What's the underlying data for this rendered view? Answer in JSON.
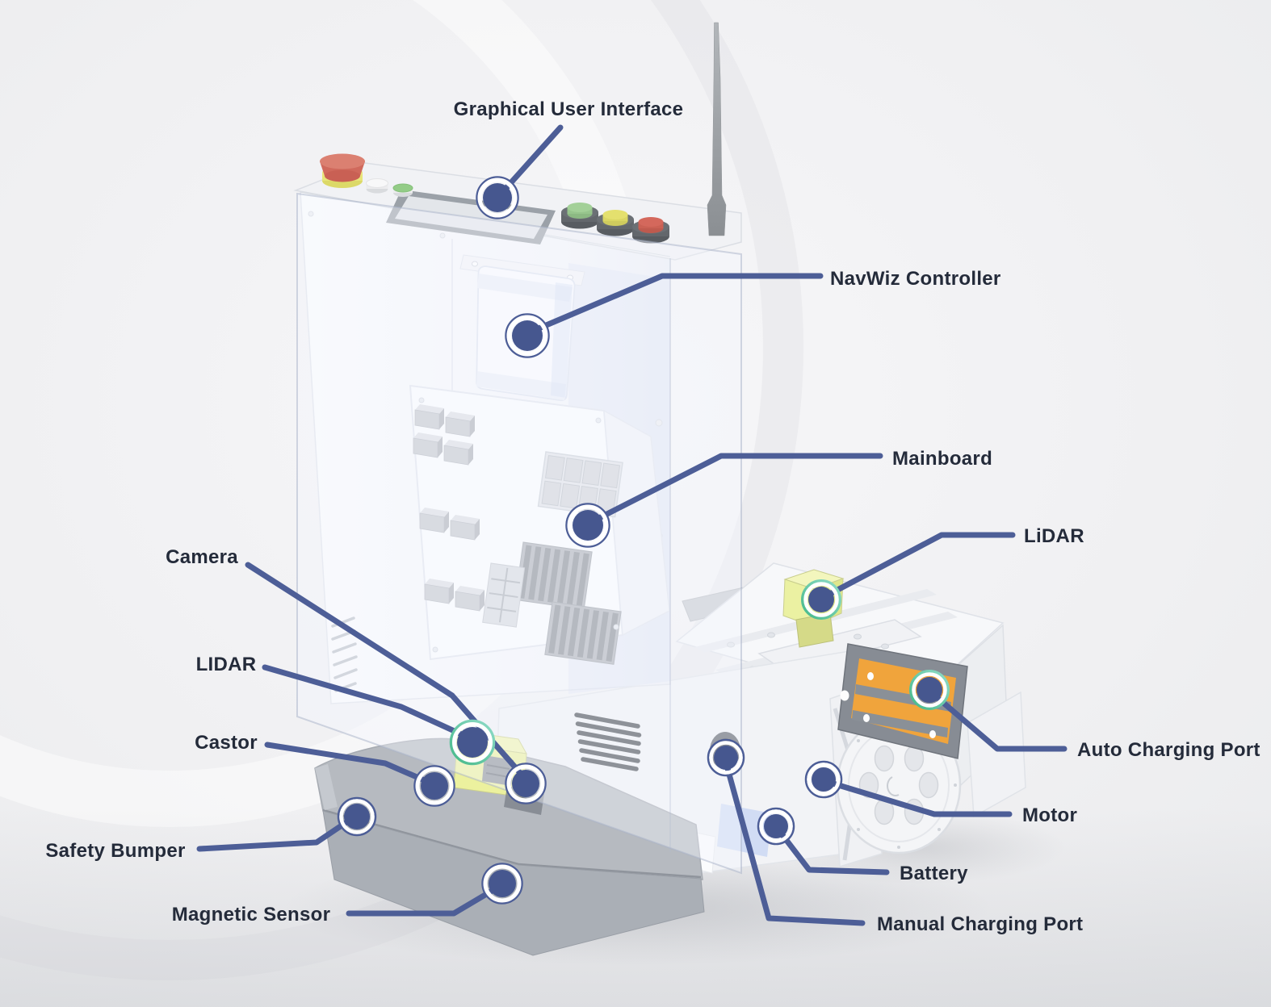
{
  "diagram": {
    "title": "AGV robot labeled component diagram"
  },
  "colors": {
    "background": "#f0f0f2",
    "callout_line": "#4d5e97",
    "dot_fill": "#46578f",
    "label_text": "#242b3a",
    "teal_ring": "#5cc49c",
    "lidar_yellow": "#ecf19e",
    "charging_pad_orange": "#f0a43c",
    "estop_red": "#d0695c",
    "estop_yellow": "#e7e578",
    "button_green": "#a3d098",
    "button_yellow": "#e4e06e",
    "button_red": "#d4685c"
  },
  "callouts": [
    {
      "id": "graphical-user-interface",
      "label": "Graphical User Interface"
    },
    {
      "id": "navwiz-controller",
      "label": "NavWiz Controller"
    },
    {
      "id": "mainboard",
      "label": "Mainboard"
    },
    {
      "id": "lidar-rear",
      "label": "LiDAR"
    },
    {
      "id": "camera",
      "label": "Camera"
    },
    {
      "id": "lidar-front",
      "label": "LIDAR"
    },
    {
      "id": "castor",
      "label": "Castor"
    },
    {
      "id": "safety-bumper",
      "label": "Safety Bumper"
    },
    {
      "id": "magnetic-sensor",
      "label": "Magnetic Sensor"
    },
    {
      "id": "auto-charging-port",
      "label": "Auto Charging Port"
    },
    {
      "id": "motor",
      "label": "Motor"
    },
    {
      "id": "battery",
      "label": "Battery"
    },
    {
      "id": "manual-charging-port",
      "label": "Manual Charging Port"
    }
  ]
}
